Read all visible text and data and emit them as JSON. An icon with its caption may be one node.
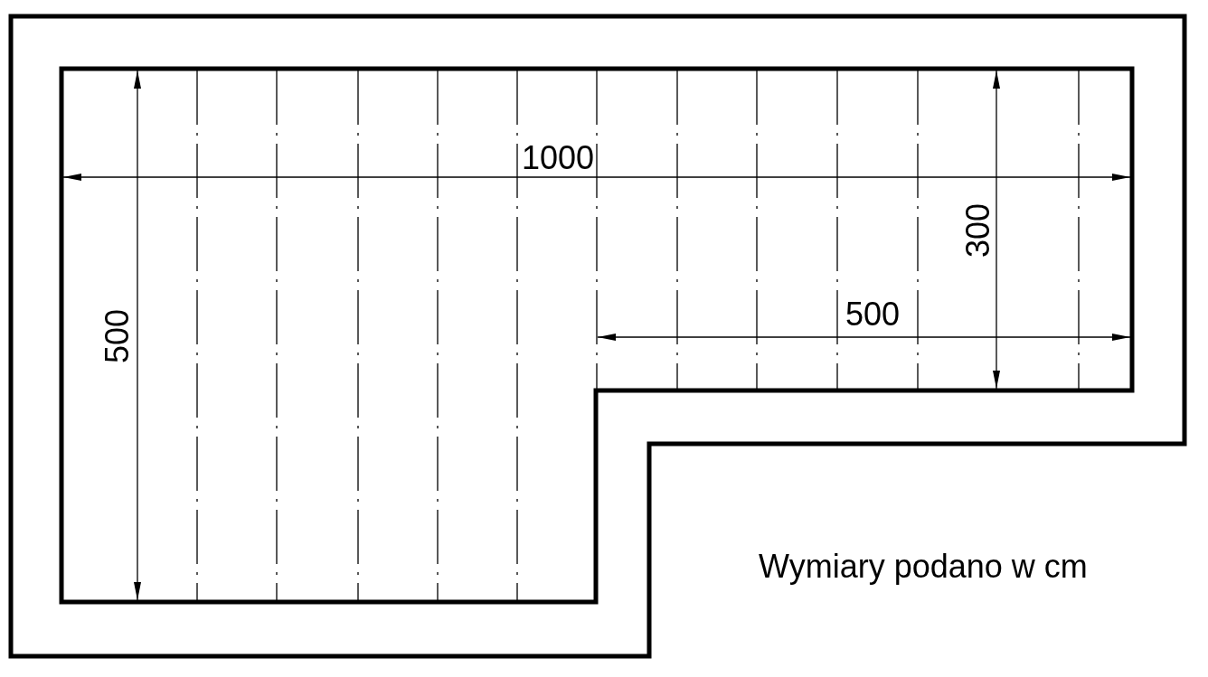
{
  "diagram": {
    "labels": [
      "1000",
      "300",
      "500",
      "500",
      "Wymiary podano w cm"
    ]
  }
}
